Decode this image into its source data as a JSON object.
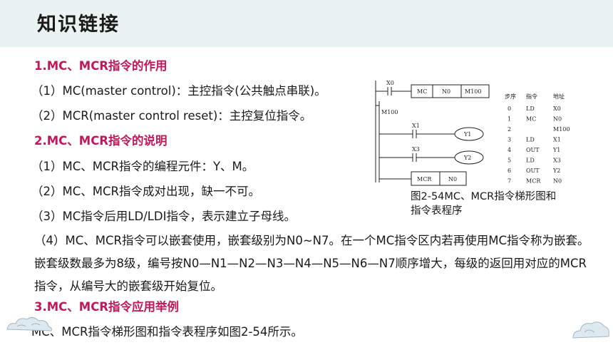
{
  "header": {
    "title": "知识链接"
  },
  "sections": {
    "s1_title": "1.MC、MCR指令的作用",
    "s1_l1": "（1）MC(master control)：主控指令(公共触点串联)。",
    "s1_l2": "（2）MCR(master control reset)：主控复位指令。",
    "s2_title": "2.MC、MCR指令的说明",
    "s2_l1": "（1）MC、MCR指令的编程元件：Y、M。",
    "s2_l2": "（2）MC、MCR指令成对出现，缺一不可。",
    "s2_l3": "（3）MC指令后用LD/LDI指令，表示建立子母线。",
    "s2_l4": "（4）MC、MCR指令可以嵌套使用，嵌套级别为N0~N7。在一个MC指令区内若再使用MC指令称为嵌套。嵌套级数最多为8级，编号按N0—N1—N2—N3—N4—N5—N6—N7顺序增大，每级的返回用对应的MCR指令，从编号大的嵌套级开始复位。",
    "s3_title": "3.MC、MCR指令应用举例",
    "s3_l1": "MC、MCR指令梯形图和指令表程序如图2-54所示。"
  },
  "ladder": {
    "x0": "X0",
    "mc": "MC",
    "n0": "N0",
    "m100_box": "M100",
    "m100": "M100",
    "x1": "X1",
    "y1": "Y1",
    "x3": "X3",
    "y2": "Y2",
    "mcr": "MCR",
    "n0b": "N0"
  },
  "program_table": {
    "headers": [
      "步序",
      "指令",
      "地址"
    ],
    "rows": [
      [
        "0",
        "LD",
        "X0"
      ],
      [
        "1",
        "MC",
        "N0"
      ],
      [
        "2",
        "",
        "M100"
      ],
      [
        "3",
        "LD",
        "X1"
      ],
      [
        "4",
        "OUT",
        "Y1"
      ],
      [
        "5",
        "LD",
        "X3"
      ],
      [
        "6",
        "OUT",
        "Y2"
      ],
      [
        "7",
        "MCR",
        "N0"
      ]
    ]
  },
  "caption": "图2-54MC、MCR指令梯形图和指令表程序",
  "colors": {
    "accent": "#c0185a",
    "header_bg": "#eaf3f1"
  }
}
